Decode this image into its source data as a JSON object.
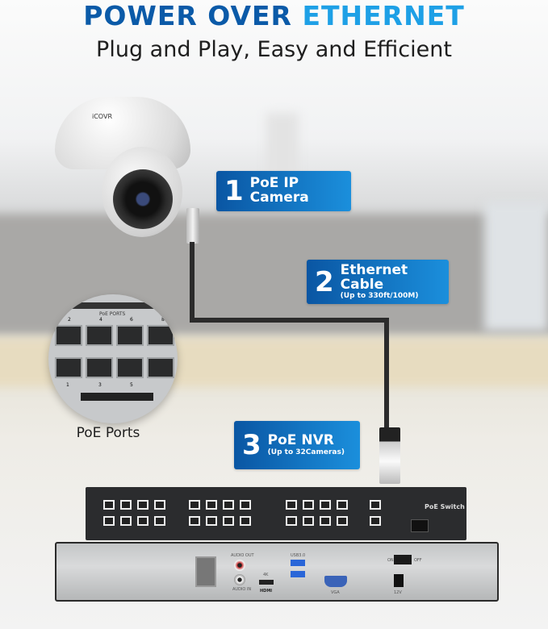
{
  "headline": {
    "part1": "POWER OVER",
    "part2": "ETHERNET"
  },
  "subtitle": "Plug and Play, Easy and Efficient",
  "camera": {
    "brand": "iCOVR"
  },
  "steps": [
    {
      "number": "1",
      "title": "PoE IP Camera",
      "note": ""
    },
    {
      "number": "2",
      "title": "Ethernet Cable",
      "note": "(Up to 330ft/100M)"
    },
    {
      "number": "3",
      "title": "PoE NVR",
      "note": "(Up to 32Cameras)"
    }
  ],
  "inset": {
    "header": "PoE PORTS",
    "top_numbers": [
      "2",
      "4",
      "6",
      "8"
    ],
    "bottom_numbers": [
      "1",
      "3",
      "5"
    ],
    "caption": "PoE Ports"
  },
  "switch": {
    "label": "PoE Switch"
  },
  "nvr": {
    "labels": [
      "AUDIO OUT",
      "AUDIO IN",
      "4K",
      "HDMI",
      "USB3.0",
      "VGA",
      "ON",
      "OFF",
      "12V"
    ]
  },
  "colors": {
    "headline_dark": "#0b5aa8",
    "headline_light": "#1ea0e6",
    "tag": "#0a56a3"
  }
}
